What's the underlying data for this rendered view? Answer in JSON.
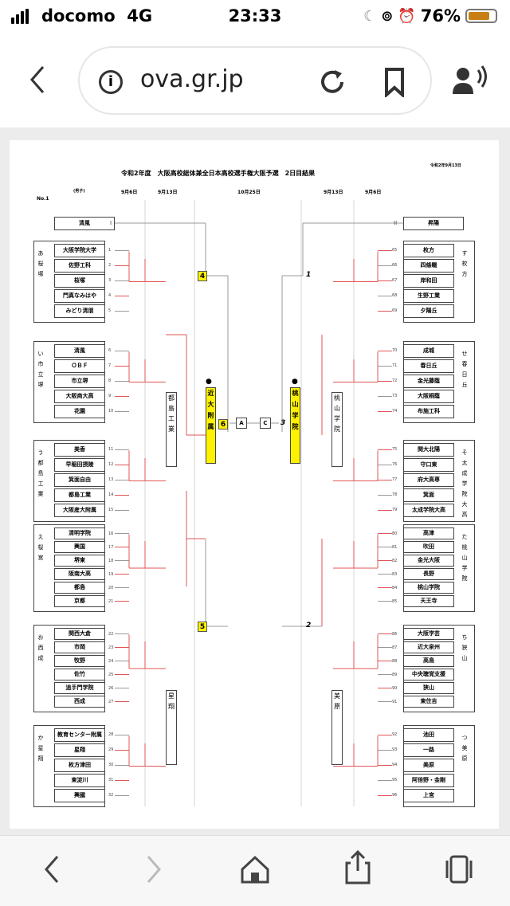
{
  "status": {
    "carrier": "docomo",
    "network": "4G",
    "time": "23:33",
    "battery": "76%",
    "battery_level": 0.76
  },
  "browser": {
    "url": "ova.gr.jp",
    "icons": [
      "info-icon",
      "reload-icon",
      "bookmark-icon",
      "voice-icon",
      "back-icon",
      "forward-icon",
      "home-icon",
      "share-icon",
      "tabs-icon"
    ]
  },
  "doc": {
    "title": "令和2年度　大阪高校総体兼全日本高校選手権大阪予選　2日目結果",
    "date": "令和2年9月13日",
    "no": "No.1",
    "gender": "(男子)",
    "dates_left": [
      "9月6日",
      "9月13日"
    ],
    "date_final": "10月25日",
    "dates_right": [
      "9月13日",
      "9月6日"
    ],
    "seeds": {
      "left_top": "I",
      "right_top": "II"
    },
    "left_groups": [
      {
        "label": "あ桜塚",
        "teams": [
          "大阪学院大学",
          "佐野工科",
          "桜塚",
          "門真なみはや",
          "みどり清朋"
        ],
        "nums": [
          "1",
          "2",
          "3",
          "4",
          "5"
        ]
      },
      {
        "label": "い市立堺",
        "teams": [
          "清風",
          "ＯＢＦ",
          "市立堺",
          "大阪商大高",
          "花園"
        ],
        "nums": [
          "6",
          "7",
          "8",
          "9",
          "10"
        ]
      },
      {
        "label": "う都島工業",
        "teams": [
          "美香",
          "早稲田摂陵",
          "箕面自由",
          "都島工業",
          "大阪産大附属"
        ],
        "nums": [
          "11",
          "12",
          "13",
          "14",
          "15"
        ]
      },
      {
        "label": "え桜宮",
        "teams": [
          "清明学院",
          "興国",
          "堺東",
          "阪南大高",
          "都島",
          "京都"
        ],
        "nums": [
          "16",
          "17",
          "18",
          "19",
          "20",
          "21"
        ]
      },
      {
        "label": "お西成",
        "teams": [
          "関西大倉",
          "市岡",
          "牧野",
          "佐竹",
          "追手門学院",
          "西成"
        ],
        "nums": [
          "22",
          "23",
          "24",
          "25",
          "26",
          "27"
        ]
      },
      {
        "label": "か星翔",
        "teams": [
          "教育センター附属",
          "星翔",
          "枚方津田",
          "東淀川",
          "興國"
        ],
        "nums": [
          "28",
          "29",
          "30",
          "31",
          "32"
        ]
      }
    ],
    "left_top_team": "清風",
    "right_top_team": "昇陽",
    "right_groups": [
      {
        "label": "す枚方",
        "teams": [
          "枚方",
          "四條畷",
          "岸和田",
          "生野工業",
          "夕陽丘"
        ],
        "nums": [
          "65",
          "66",
          "67",
          "68",
          "69"
        ]
      },
      {
        "label": "せ春日丘",
        "teams": [
          "成城",
          "春日丘",
          "金光藤蔭",
          "大阪桐蔭",
          "布施工科"
        ],
        "nums": [
          "70",
          "71",
          "72",
          "73",
          "74"
        ]
      },
      {
        "label": "そ太成学院大高",
        "teams": [
          "関大北陽",
          "守口東",
          "府大高専",
          "箕面",
          "太成学院大高"
        ],
        "nums": [
          "75",
          "76",
          "77",
          "78",
          "79"
        ]
      },
      {
        "label": "た桃山学院",
        "teams": [
          "高津",
          "吹田",
          "金光大阪",
          "長野",
          "桃山学院",
          "天王寺"
        ],
        "nums": [
          "80",
          "81",
          "82",
          "83",
          "84",
          "85"
        ]
      },
      {
        "label": "ち狭山",
        "teams": [
          "大阪学芸",
          "近大泉州",
          "高鳥",
          "中央聴覚支援",
          "狭山",
          "東住吉"
        ],
        "nums": [
          "86",
          "87",
          "88",
          "89",
          "90",
          "91"
        ]
      },
      {
        "label": "つ美原",
        "teams": [
          "池田",
          "一路",
          "美原",
          "阿倍野・金剛",
          "上宮"
        ],
        "nums": [
          "92",
          "93",
          "94",
          "95",
          "96"
        ]
      }
    ],
    "semifinal": {
      "left_top": "4",
      "left_bottom": "5",
      "right_top": "1",
      "right_bottom": "2"
    },
    "block_winners": {
      "left_a": "都島工業",
      "left_b": "星翔",
      "right_a": "桃山学院",
      "right_b": "美原"
    },
    "finalists": {
      "left": "近大附属",
      "right": "桃山学院",
      "left_seed": "6",
      "right_seed": "3",
      "left_mark": "●",
      "right_mark": "●"
    },
    "final_boxes": [
      "A",
      "C"
    ]
  }
}
